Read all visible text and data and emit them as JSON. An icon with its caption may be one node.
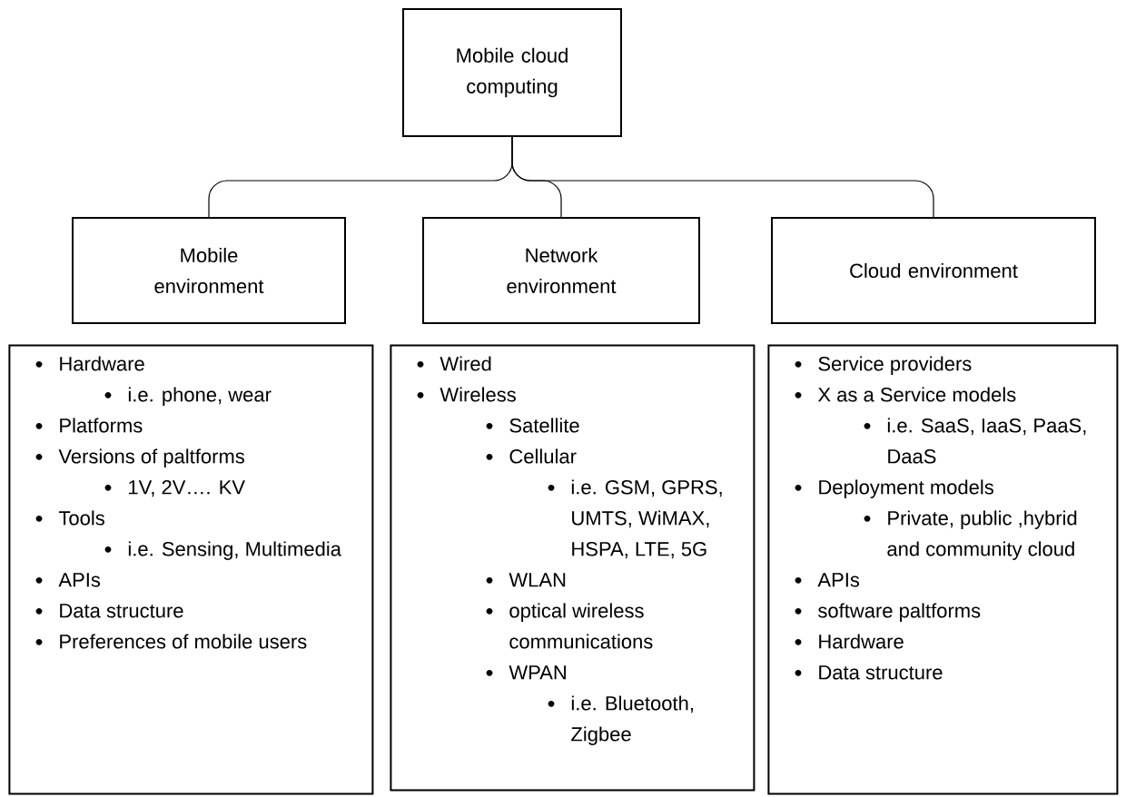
{
  "diagram": {
    "nodes": [
      {
        "text": [
          "Mobile cloud computing"
        ]
      },
      {
        "text": [
          "Mobile environment"
        ]
      },
      {
        "text": [
          "Network environment"
        ]
      },
      {
        "text": [
          "Cloud environment"
        ]
      },
      {
        "text": [
          "Hardware",
          "i.e. phone, wear",
          "Platforms",
          "Versions of paltforms",
          "1V, 2V…. KV",
          "Tools",
          "i.e. Sensing, Multimedia",
          "APIs",
          "Data structure",
          "Preferences of mobile users"
        ]
      },
      {
        "text": [
          "Wired",
          "Wireless",
          "Satellite",
          "Cellular",
          "i.e. GSM, GPRS, UMTS, WiMAX, HSPA, LTE, 5G",
          "WLAN",
          "optical wireless communications",
          "WPAN",
          "i.e. Bluetooth, Zigbee"
        ]
      },
      {
        "text": [
          "Service providers",
          "X as a Service  models",
          "i.e. SaaS, IaaS, PaaS, DaaS",
          "Deployment models",
          "Private, public ,hybrid and community cloud",
          "APIs",
          "software paltforms",
          "Hardware",
          "Data structure"
        ]
      }
    ],
    "edges": [
      {
        "from": 0,
        "to": 1,
        "arrow": "none"
      },
      {
        "from": 0,
        "to": 2,
        "arrow": "none"
      },
      {
        "from": 0,
        "to": 3,
        "arrow": "none"
      }
    ]
  }
}
